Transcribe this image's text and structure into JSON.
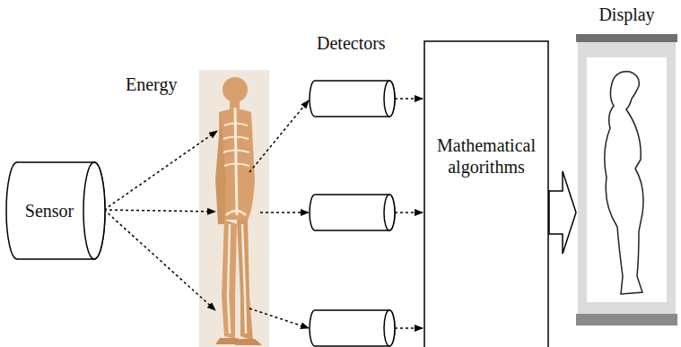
{
  "diagram": {
    "nodes": [
      {
        "text": [
          "Sensor"
        ]
      },
      {
        "text": [
          "Mathematical algorithms"
        ]
      },
      {
        "text": [
          "Display"
        ]
      }
    ],
    "edges": [
      {
        "from": 1,
        "to": 2,
        "arrow": "to"
      }
    ],
    "labels": [
      "Energy",
      "Detectors"
    ]
  }
}
